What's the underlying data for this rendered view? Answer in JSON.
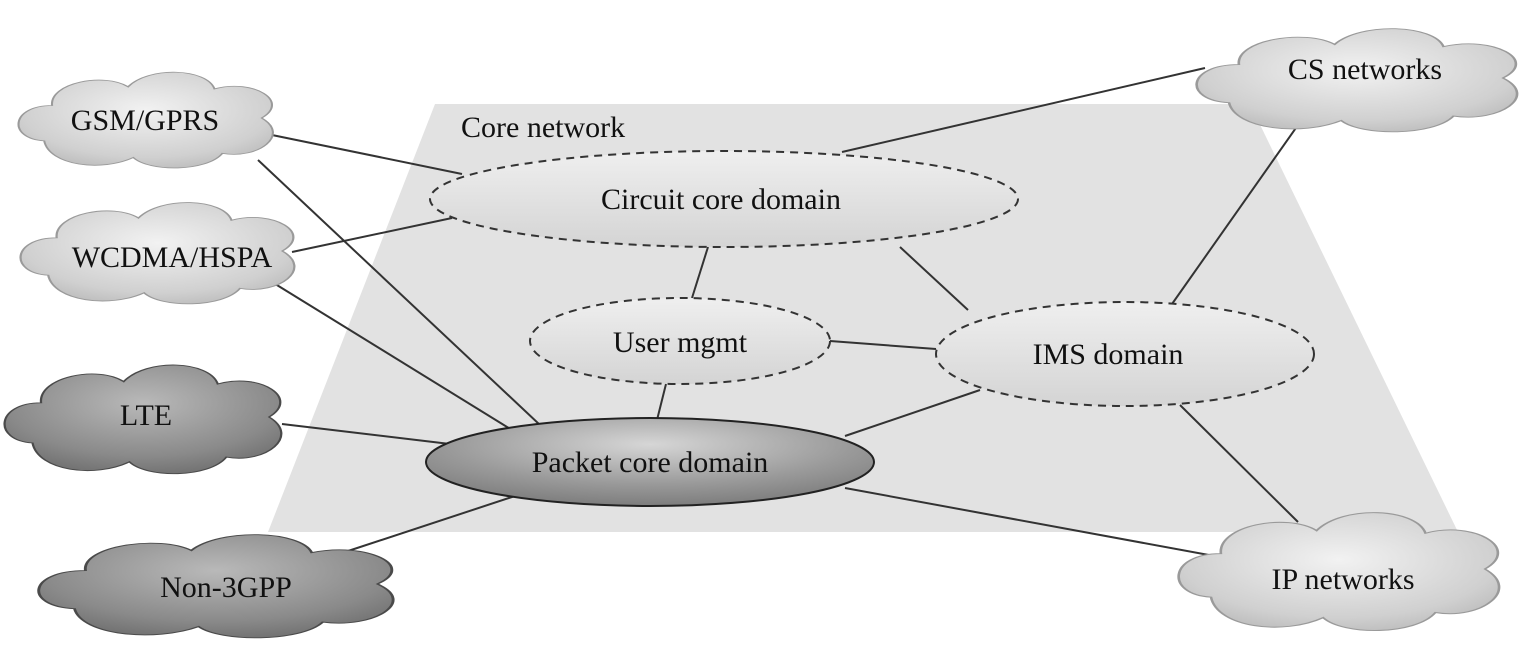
{
  "core_network": {
    "label": "Core network"
  },
  "domains": {
    "circuit": {
      "label": "Circuit core domain"
    },
    "user_mgmt": {
      "label": "User mgmt"
    },
    "ims": {
      "label": "IMS domain"
    },
    "packet": {
      "label": "Packet core domain"
    }
  },
  "access_networks": {
    "gsm": {
      "label": "GSM/GPRS"
    },
    "wcdma": {
      "label": "WCDMA/HSPA"
    },
    "lte": {
      "label": "LTE"
    },
    "non3gpp": {
      "label": "Non-3GPP"
    }
  },
  "external_networks": {
    "cs": {
      "label": "CS networks"
    },
    "ip": {
      "label": "IP networks"
    }
  },
  "colors": {
    "platform": "#e2e2e2",
    "light_cloud": "#d2d2d2",
    "dark_cloud": "#8a8a8a",
    "line": "#333333"
  }
}
